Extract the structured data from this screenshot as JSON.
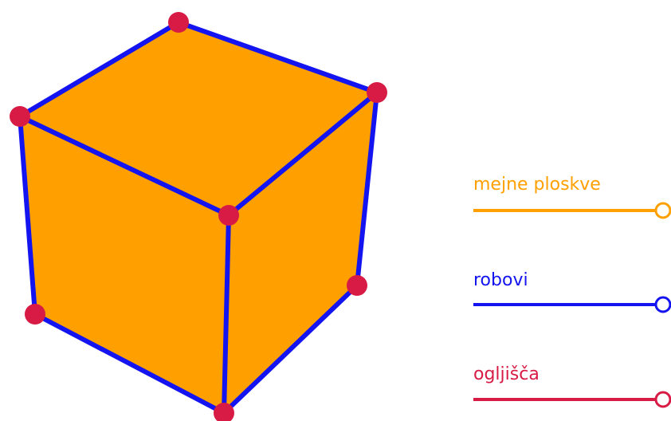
{
  "colors": {
    "faces": "#FFA000",
    "edges": "#1414F0",
    "vertices": "#D81B45",
    "background": "#FFFFFF"
  },
  "sliders": [
    {
      "id": "faces",
      "label": "mejne ploskve",
      "color": "#FFA000",
      "value": 1
    },
    {
      "id": "edges",
      "label": "robovi",
      "color": "#1414F0",
      "value": 1
    },
    {
      "id": "vertices",
      "label": "ogljišča",
      "color": "#D81B45",
      "value": 1
    }
  ]
}
